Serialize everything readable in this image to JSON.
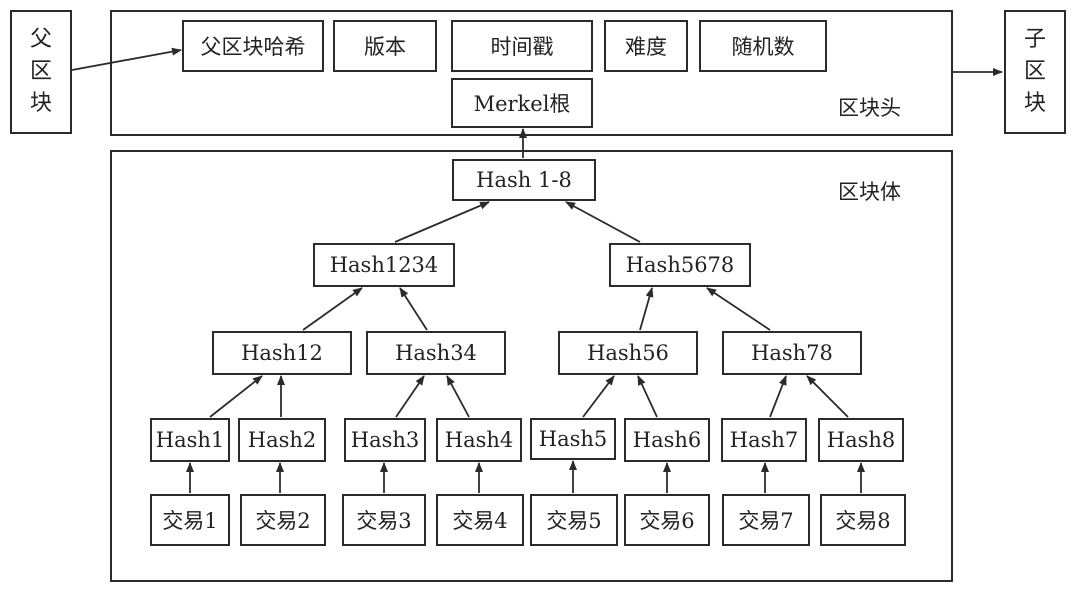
{
  "parent_block": [
    "父",
    "区",
    "块"
  ],
  "child_block": [
    "子",
    "区",
    "块"
  ],
  "header": {
    "label": "区块头",
    "fields": [
      "父区块哈希",
      "版本",
      "时间戳",
      "难度",
      "随机数"
    ],
    "merkel_root": "Merkel根"
  },
  "body": {
    "label": "区块体",
    "root": "Hash 1-8",
    "level2": [
      "Hash1234",
      "Hash5678"
    ],
    "level3": [
      "Hash12",
      "Hash34",
      "Hash56",
      "Hash78"
    ],
    "level4": [
      "Hash1",
      "Hash2",
      "Hash3",
      "Hash4",
      "Hash5",
      "Hash6",
      "Hash7",
      "Hash8"
    ],
    "transactions": [
      "交易1",
      "交易2",
      "交易3",
      "交易4",
      "交易5",
      "交易6",
      "交易7",
      "交易8"
    ]
  }
}
